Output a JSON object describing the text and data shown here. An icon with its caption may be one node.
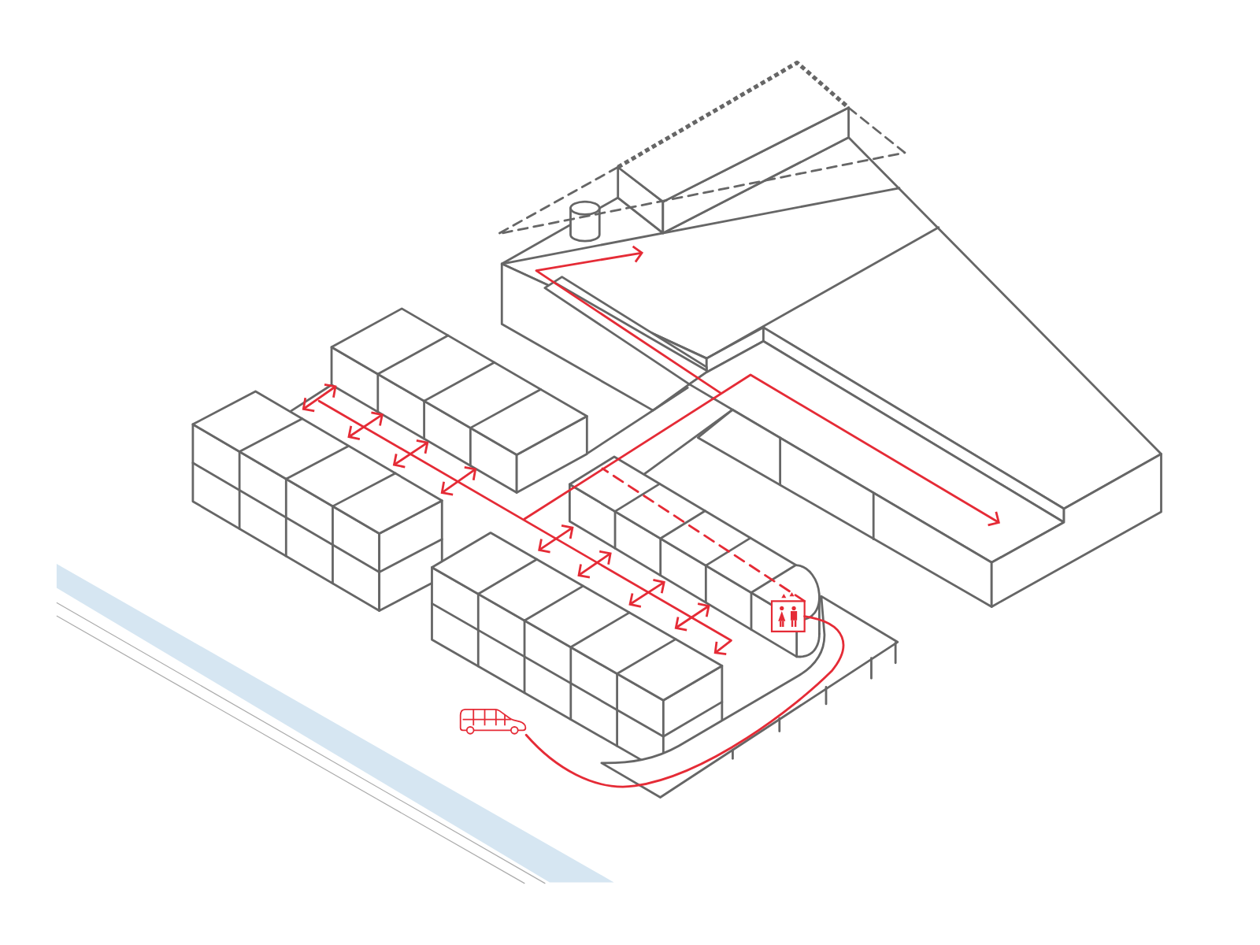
{
  "diagram": {
    "nodes": [
      {
        "text": [],
        "shape": "picture"
      },
      {
        "text": [],
        "shape": "picture"
      }
    ],
    "edges": [
      {
        "from": 0,
        "to": 1,
        "arrow": "none"
      },
      {
        "from": 1,
        "to": null,
        "arrow": "none",
        "style": "dashed"
      }
    ]
  }
}
